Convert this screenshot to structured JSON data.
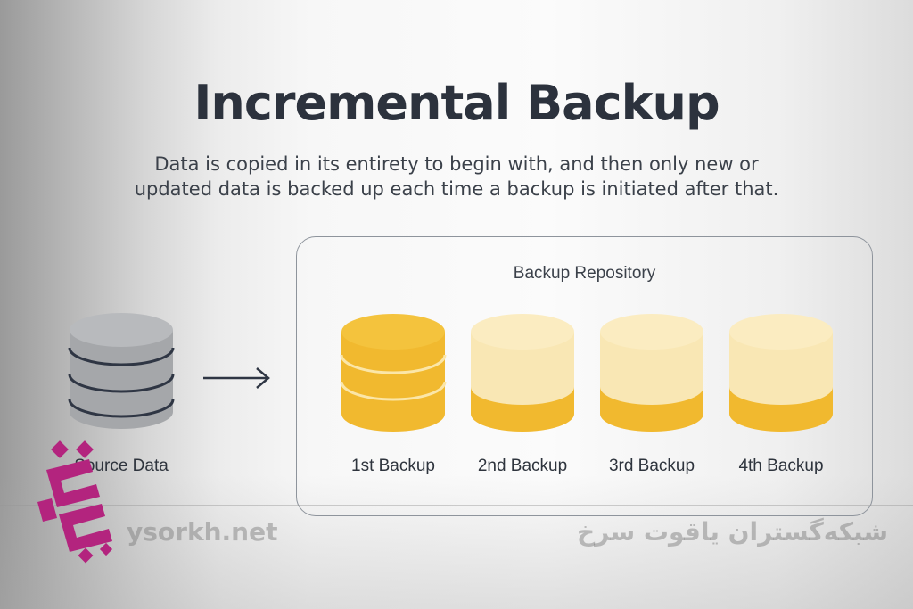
{
  "title": "Incremental Backup",
  "subtitle": "Data is copied in its entirety to begin with, and then only new or updated data is backed up each time a backup is initiated after that.",
  "source": {
    "label": "Source Data",
    "icon": "database-icon"
  },
  "arrow_icon": "right-arrow-icon",
  "repository": {
    "label": "Backup Repository",
    "backups": [
      {
        "label": "1st Backup",
        "state": "full"
      },
      {
        "label": "2nd Backup",
        "state": "partial"
      },
      {
        "label": "3rd Backup",
        "state": "partial"
      },
      {
        "label": "4th Backup",
        "state": "partial"
      }
    ]
  },
  "watermark": {
    "latin": "ysorkh.net",
    "persian": "شبکه‌گستران یاقوت سرخ"
  },
  "colors": {
    "title": "#2c323d",
    "source_db": "#a5a7aa",
    "source_db_lines": "#2f3644",
    "backup_gold": "#f1b92f",
    "backup_light": "#f9e7b4",
    "logo": "#b3247e"
  }
}
